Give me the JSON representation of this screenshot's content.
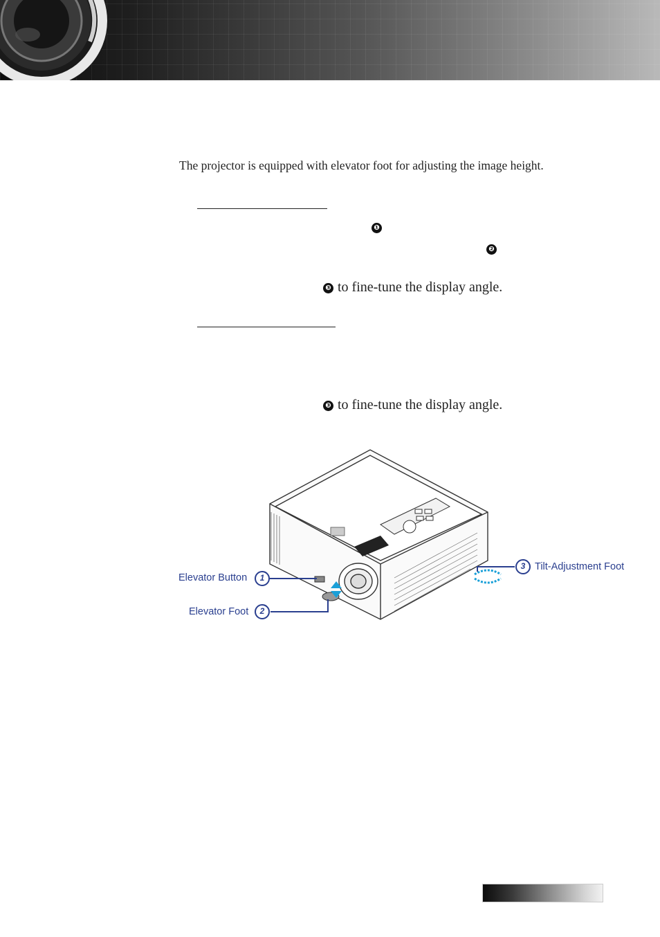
{
  "intro": {
    "text": "The projector is equipped with elevator foot for adjusting the image height."
  },
  "section1": {
    "markers": [
      "❶",
      "❷"
    ],
    "step_marker": "❸",
    "step_text": "to fine-tune the display angle."
  },
  "section2": {
    "step_marker": "❸",
    "step_text": "to fine-tune the display angle."
  },
  "diagram": {
    "callouts": [
      {
        "number": "1",
        "label": "Elevator Button"
      },
      {
        "number": "2",
        "label": "Elevator Foot"
      },
      {
        "number": "3",
        "label": "Tilt-Adjustment Foot"
      }
    ],
    "accent_color": "#2a3f8f",
    "arrow_color": "#1aa0d8"
  }
}
